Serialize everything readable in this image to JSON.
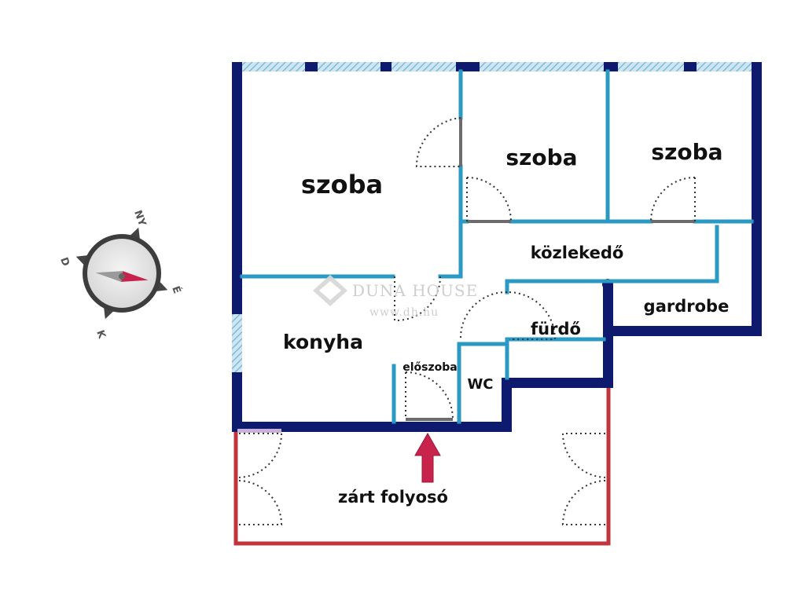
{
  "rooms": {
    "szoba_main": "szoba",
    "szoba_mid": "szoba",
    "szoba_right": "szoba",
    "kozlekedo": "közlekedő",
    "gardrobe": "gardrobe",
    "konyha": "konyha",
    "furdo": "fürdő",
    "eloszoba": "előszoba",
    "wc": "WC",
    "zart_folyoso": "zárt folyosó"
  },
  "compass": {
    "north": "NY",
    "east": "É",
    "south": "K",
    "west": "D"
  },
  "watermark": {
    "brand": "DUNA HOUSE",
    "url": "www.dh.hu"
  },
  "colors": {
    "outer_wall": "#0d1a6e",
    "inner_wall": "#2a9ac4",
    "corridor_wall": "#c0353d",
    "window": "#8fc6e0",
    "entrance_arrow": "#c8234d"
  }
}
